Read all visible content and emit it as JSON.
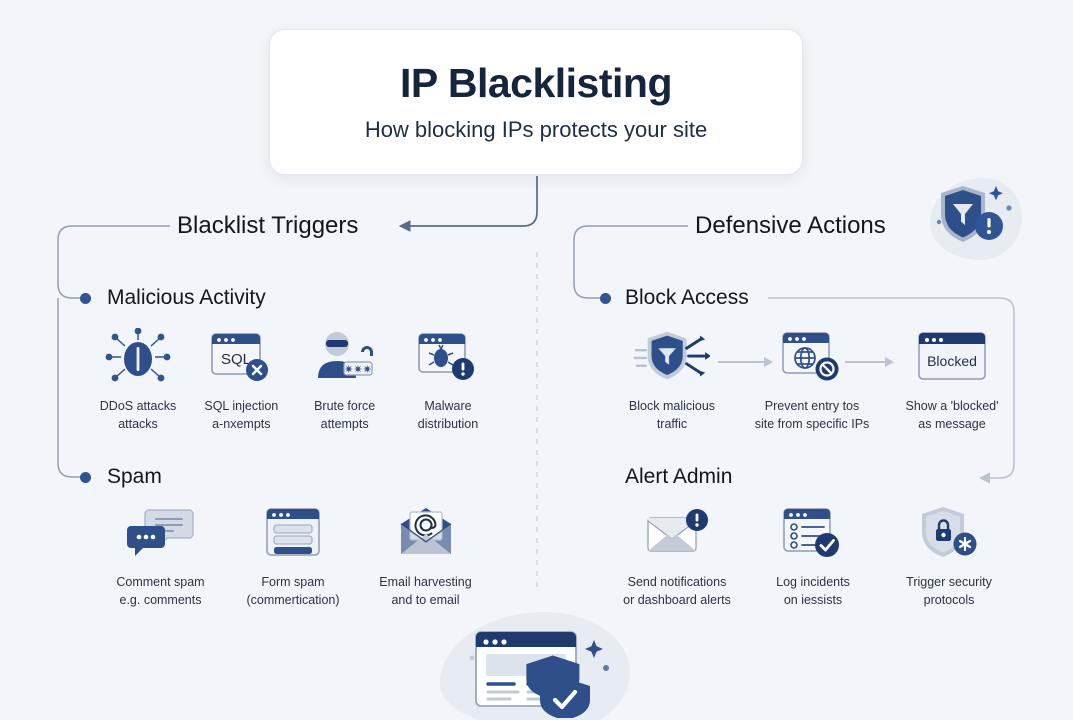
{
  "page": {
    "background_color": "#f2f5f9",
    "accent_dark": "#1f3a6e",
    "accent_mid": "#31538f",
    "accent_light": "#9aa8bd",
    "text_color": "#11161f"
  },
  "header": {
    "title": "IP Blacklisting",
    "subtitle": "How blocking IPs protects your site"
  },
  "branches": {
    "left_title": "Blacklist Triggers",
    "right_title": "Defensive Actions"
  },
  "groups": {
    "malicious": "Malicious Activity",
    "spam": "Spam",
    "block": "Block Access",
    "alert": "Alert Admin"
  },
  "malicious_items": [
    {
      "icon": "bug-network-icon",
      "caption": "DDoS attacks\nattacks"
    },
    {
      "icon": "sql-injection-icon",
      "caption": "SQL injection\na-nxempts"
    },
    {
      "icon": "hacker-password-icon",
      "caption": "Brute force\nattempts"
    },
    {
      "icon": "malware-browser-icon",
      "caption": "Malware\ndistribution"
    }
  ],
  "spam_items": [
    {
      "icon": "comment-bubbles-icon",
      "caption": "Comment spam\ne.g. comments"
    },
    {
      "icon": "form-window-icon",
      "caption": "Form spam\n(commertication)"
    },
    {
      "icon": "email-at-icon",
      "caption": "Email harvesting\nand to email"
    }
  ],
  "block_items": [
    {
      "icon": "shield-filter-icon",
      "caption": "Block malicious\ntraffic"
    },
    {
      "icon": "globe-blocked-icon",
      "caption": "Prevent entry tos\nsite from specific IPs"
    },
    {
      "icon": "blocked-window-icon",
      "caption": "Show a 'blocked'\nas message",
      "window_text": "Blocked"
    }
  ],
  "alert_items": [
    {
      "icon": "envelope-alert-icon",
      "caption": "Send notifications\nor dashboard alerts"
    },
    {
      "icon": "log-check-icon",
      "caption": "Log incidents\non iessists"
    },
    {
      "icon": "shield-lock-icon",
      "caption": "Trigger security\nprotocols"
    }
  ],
  "decorations": {
    "corner_badge": "shield-filter-alert-icon",
    "bottom_art": "browser-shield-check-icon"
  }
}
